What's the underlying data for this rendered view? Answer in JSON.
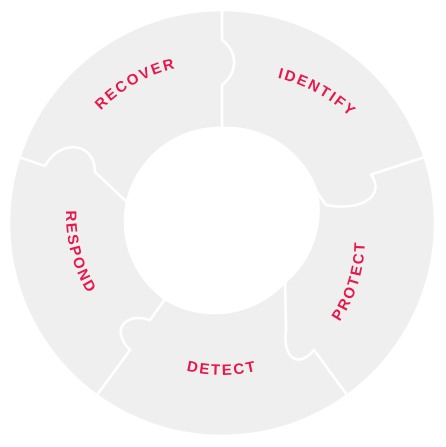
{
  "diagram": {
    "segments": [
      {
        "id": "identify",
        "label": "IDENTIFY"
      },
      {
        "id": "protect",
        "label": "PROTECT"
      },
      {
        "id": "detect",
        "label": "DETECT"
      },
      {
        "id": "respond",
        "label": "RESPOND"
      },
      {
        "id": "recover",
        "label": "RECOVER"
      }
    ],
    "colors": {
      "segment_fill": "#efefef",
      "segment_border": "#ffffff",
      "label": "#e8174b",
      "background": "#ffffff"
    }
  }
}
